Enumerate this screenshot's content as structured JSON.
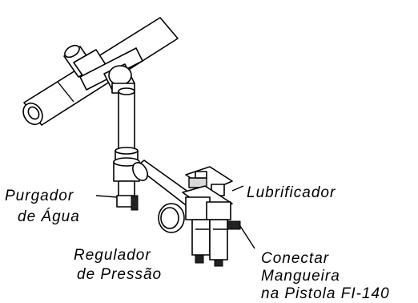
{
  "labels": {
    "drain": [
      "Purgador",
      "de Água"
    ],
    "lubricator": "Lubrificador",
    "regulator": [
      "Regulador",
      "de Pressão"
    ],
    "connect": [
      "Conectar",
      "Mangueira",
      "na Pistola FI-140"
    ]
  },
  "colors": {
    "line": "#000000",
    "fill": "#ffffff",
    "shade": "#d8d8d8"
  }
}
